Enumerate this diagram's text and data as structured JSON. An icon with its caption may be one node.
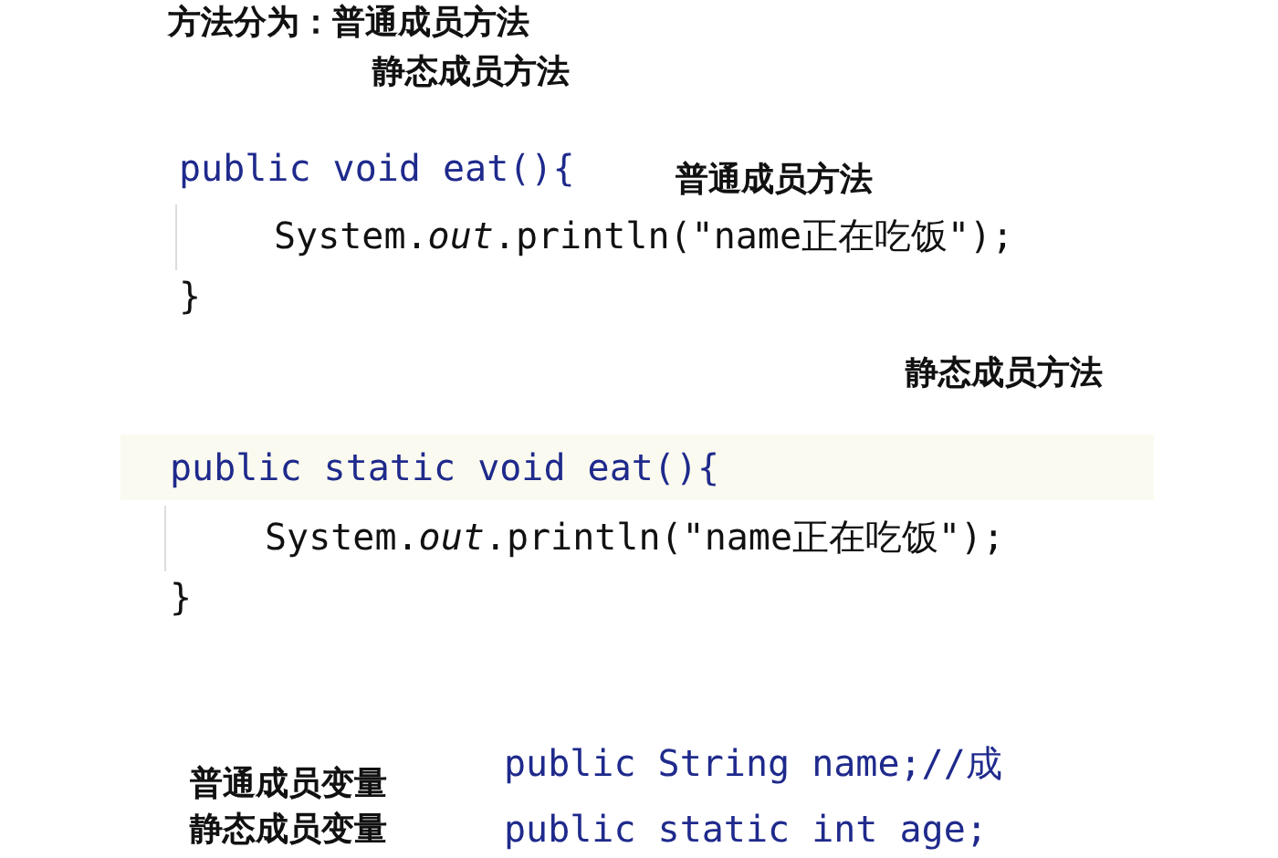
{
  "diagram": {
    "labels": [
      "方法分为：普通成员方法",
      "静态成员方法",
      "public void eat(){",
      "普通成员方法",
      "System.*out*.println(\"name正在吃饭\");",
      "}",
      "静态成员方法",
      "public static void eat(){",
      "System.*out*.println(\"name正在吃饭\");",
      "}",
      "public String name;//成",
      "普通成员变量",
      "public static int age;",
      "静态成员变量"
    ]
  }
}
